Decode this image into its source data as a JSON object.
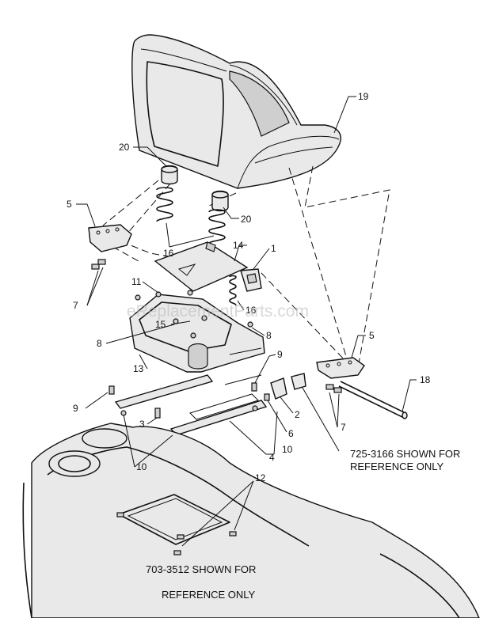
{
  "callouts": [
    {
      "id": "c19",
      "label": "19"
    },
    {
      "id": "c20a",
      "label": "20"
    },
    {
      "id": "c20b",
      "label": "20"
    },
    {
      "id": "c5a",
      "label": "5"
    },
    {
      "id": "c16a",
      "label": "16"
    },
    {
      "id": "c14",
      "label": "14"
    },
    {
      "id": "c1",
      "label": "1"
    },
    {
      "id": "c7a",
      "label": "7"
    },
    {
      "id": "c11",
      "label": "11"
    },
    {
      "id": "c16b",
      "label": "16"
    },
    {
      "id": "c15",
      "label": "15"
    },
    {
      "id": "c8a",
      "label": "8"
    },
    {
      "id": "c8b",
      "label": "8"
    },
    {
      "id": "c5b",
      "label": "5"
    },
    {
      "id": "c13",
      "label": "13"
    },
    {
      "id": "c9a",
      "label": "9"
    },
    {
      "id": "c9b",
      "label": "9"
    },
    {
      "id": "c18",
      "label": "18"
    },
    {
      "id": "c2",
      "label": "2"
    },
    {
      "id": "c7b",
      "label": "7"
    },
    {
      "id": "c3",
      "label": "3"
    },
    {
      "id": "c6",
      "label": "6"
    },
    {
      "id": "c10a",
      "label": "10"
    },
    {
      "id": "c10b",
      "label": "10"
    },
    {
      "id": "c4",
      "label": "4"
    },
    {
      "id": "c12",
      "label": "12"
    }
  ],
  "notes": {
    "switch_line1": "725-3166 SHOWN FOR",
    "switch_line2": "REFERENCE ONLY",
    "hood_line1": "703-3512 SHOWN FOR",
    "hood_line2": "REFERENCE ONLY"
  },
  "watermark": "eReplacementParts.com"
}
